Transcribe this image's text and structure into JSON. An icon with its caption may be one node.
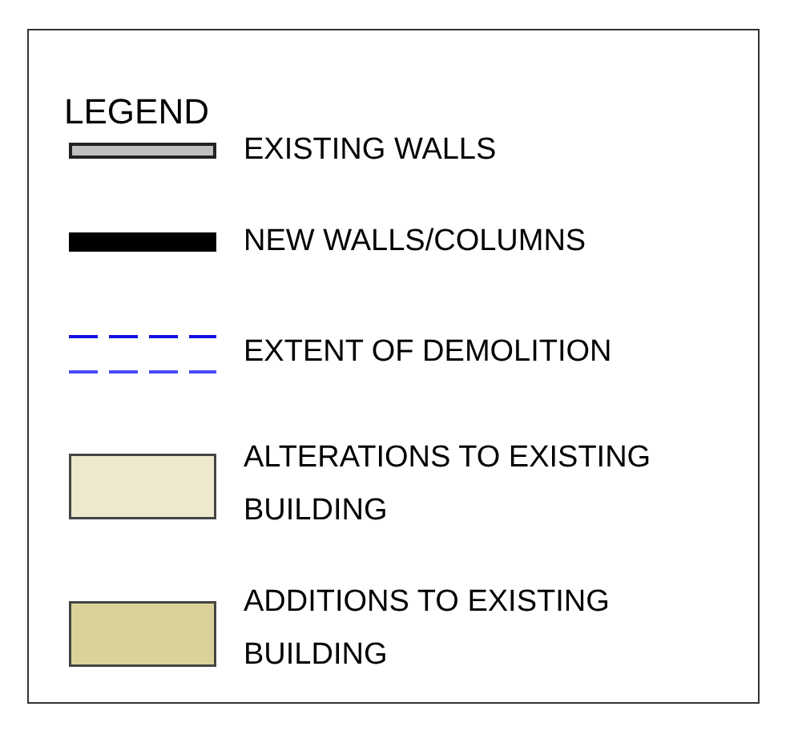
{
  "diagram": {
    "title": "LEGEND",
    "legend": [
      {
        "text": "EXISTING WALLS"
      },
      {
        "text": "NEW WALLS/COLUMNS"
      },
      {
        "text": "EXTENT OF DEMOLITION"
      },
      {
        "text": "ALTERATIONS TO EXISTING BUILDING",
        "color": "#eee8cd"
      },
      {
        "text": "ADDITIONS TO EXISTING BUILDING",
        "color": "#dbd299"
      }
    ]
  }
}
